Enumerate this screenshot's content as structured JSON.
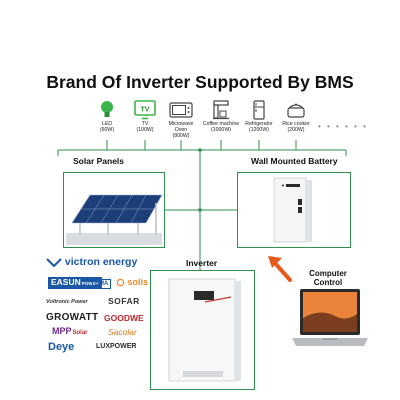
{
  "title": "Brand Of Inverter Supported By BMS",
  "appliances": [
    {
      "name": "LED",
      "power": "(60W)",
      "icon": "led-bulb-icon"
    },
    {
      "name": "TV",
      "power": "(100W)",
      "icon": "tv-icon"
    },
    {
      "name": "Microwave Oven",
      "power": "(800W)",
      "icon": "microwave-icon"
    },
    {
      "name": "Coffee machine",
      "power": "(1000W)",
      "icon": "coffee-machine-icon"
    },
    {
      "name": "Refrigerator",
      "power": "(1200W)",
      "icon": "refrigerator-icon"
    },
    {
      "name": "Rice cooker",
      "power": "(200W)",
      "icon": "rice-cooker-icon"
    }
  ],
  "tv_icon_text": "TV",
  "sections": {
    "solar": "Solar Panels",
    "battery": "Wall Mounted Battery",
    "inverter": "Inverter",
    "computer": "Computer Control"
  },
  "brands": {
    "victron": "victron energy",
    "victron_sub": "",
    "easun": "EASUN",
    "easun_sub": "POWER",
    "sma": "SMA",
    "solis": "solis",
    "voltronic": "Voltronic Power",
    "sofar": "SOFAR",
    "growatt": "GROWATT",
    "goodwe": "GOODWE",
    "mpp": "MPP",
    "mpp_sub": "Solar",
    "sacolar": "Sacolar",
    "deye": "Deye",
    "luxpower": "LUXPOWER"
  },
  "colors": {
    "line": "#2f8f4e",
    "arrow": "#e85a1b",
    "led": "#3ab54a"
  }
}
